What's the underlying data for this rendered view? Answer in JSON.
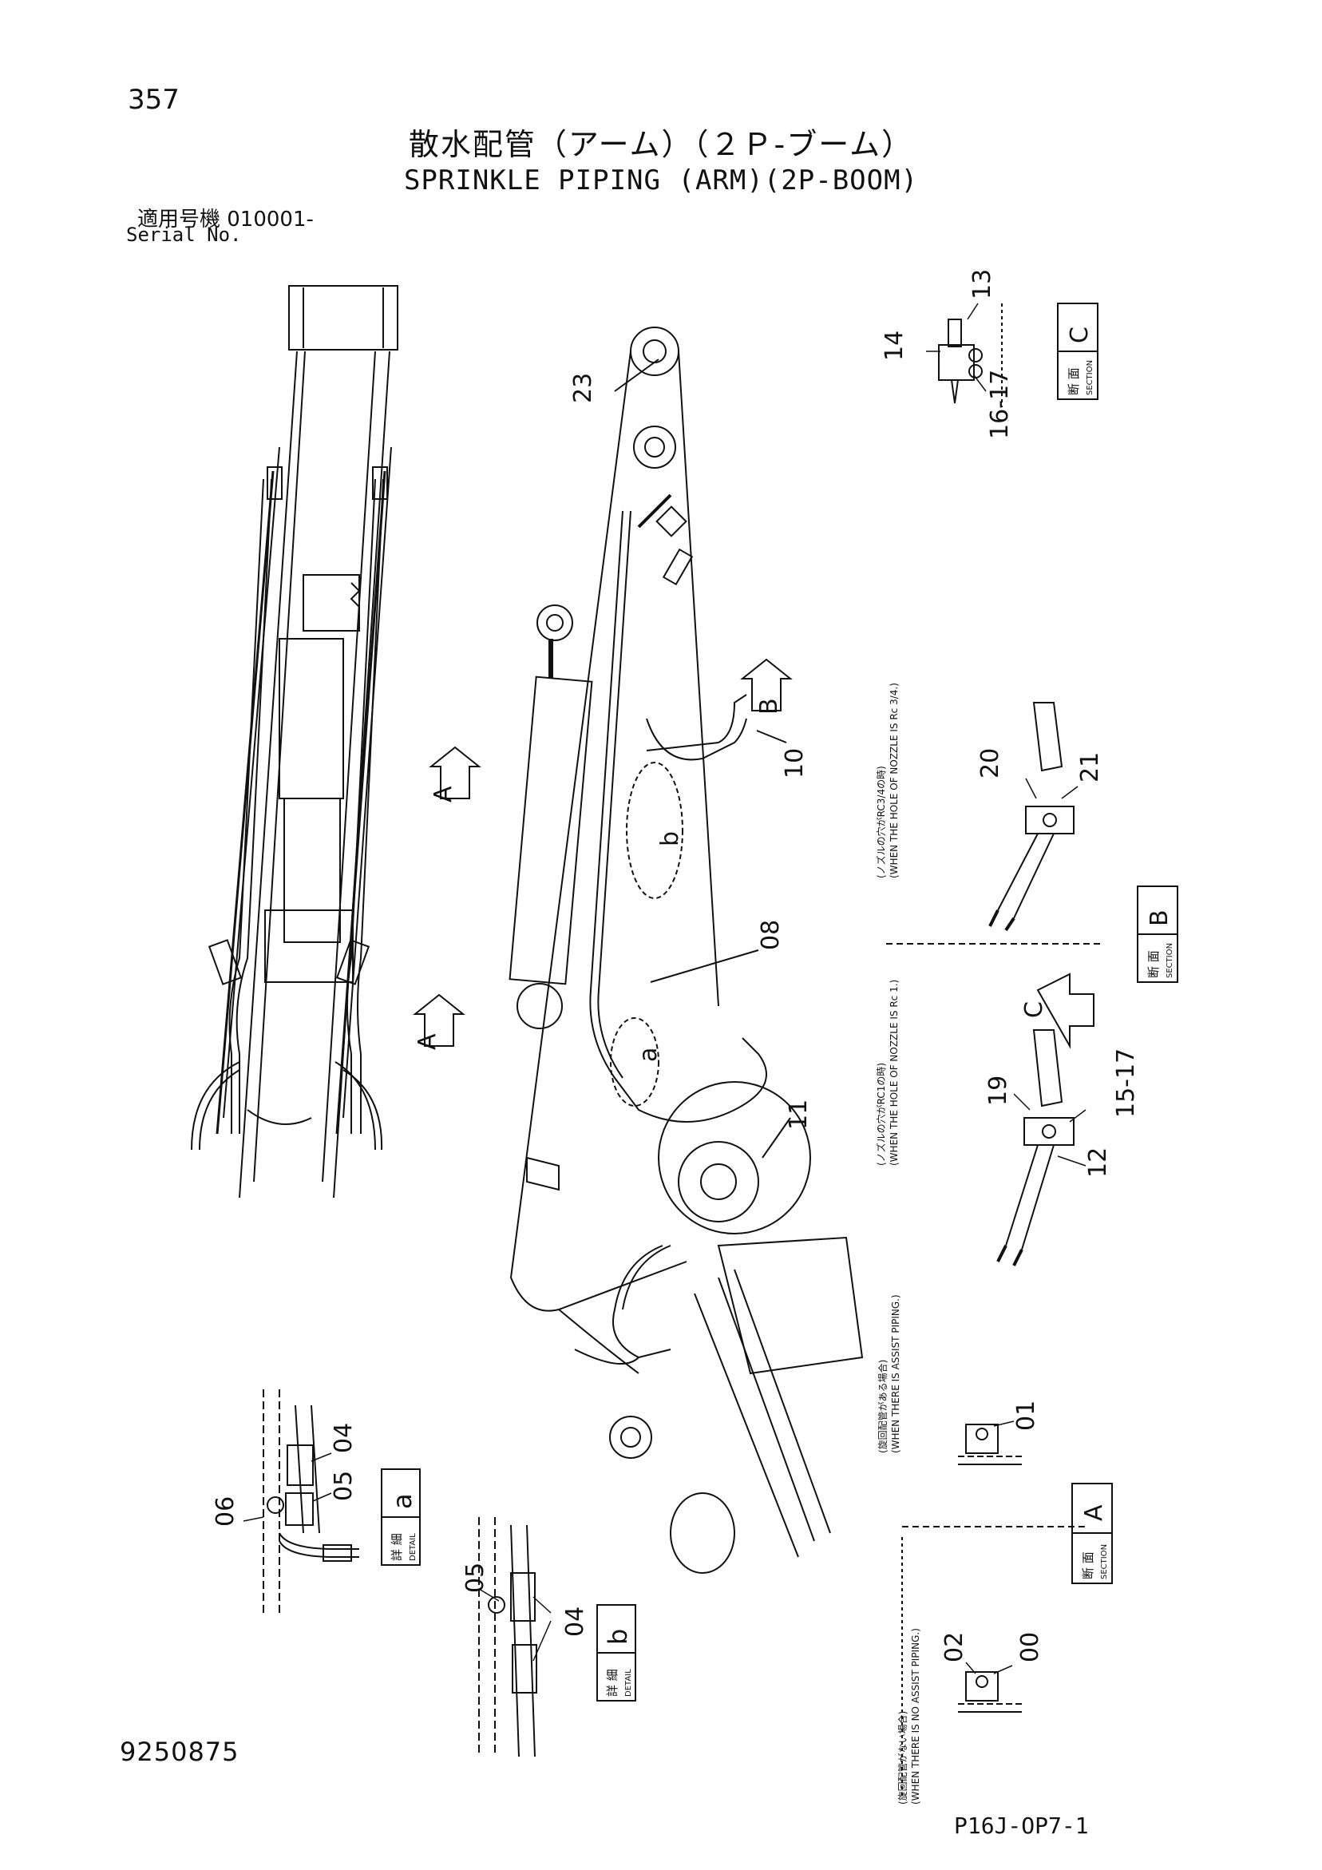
{
  "header": {
    "page_number": "357",
    "title_jp": "散水配管（アーム）（２Ｐ-ブーム）",
    "title_en": "SPRINKLE PIPING (ARM)(2P-BOOM)",
    "serial_jp": "適用号機 010001-",
    "serial_en": "Serial No."
  },
  "footer": {
    "doc_number": "9250875",
    "sheet_code": "P16J-OP7-1"
  },
  "view_arrows": {
    "a1": "A",
    "a2": "A",
    "b": "B",
    "c": "C"
  },
  "part_labels": {
    "p23": "23",
    "p10": "10",
    "p08": "08",
    "p11": "11",
    "pa": "a",
    "pb": "b",
    "p13": "13",
    "p14": "14",
    "p16_17": "16-17",
    "p20": "20",
    "p21": "21",
    "p19": "19",
    "p15_17": "15-17",
    "p12": "12",
    "p01": "01",
    "p02": "02",
    "p00": "00",
    "p04a": "04",
    "p05a": "05",
    "p06": "06",
    "p05b": "05",
    "p04b": "04"
  },
  "boxes": {
    "section_jp": "断 面",
    "section_en": "SECTION",
    "detail_jp": "詳 細",
    "detail_en": "DETAIL",
    "c": "C",
    "b": "B",
    "a": "A",
    "da": "a",
    "db": "b"
  },
  "notes": {
    "nozzle_34_jp": "(ノズルの穴がRC3/4の時)",
    "nozzle_34_en": "(WHEN THE HOLE OF NOZZLE IS Rc 3/4.)",
    "nozzle_1_jp": "(ノズルの穴がRC1の時)",
    "nozzle_1_en": "(WHEN THE HOLE OF NOZZLE IS Rc 1.)",
    "assist_yes_jp": "(旋回配管がある場合)",
    "assist_yes_en": "(WHEN THERE IS ASSIST PIPING.)",
    "assist_no_jp": "(旋回配管がない場合)",
    "assist_no_en": "(WHEN THERE IS NO ASSIST PIPING.)"
  }
}
